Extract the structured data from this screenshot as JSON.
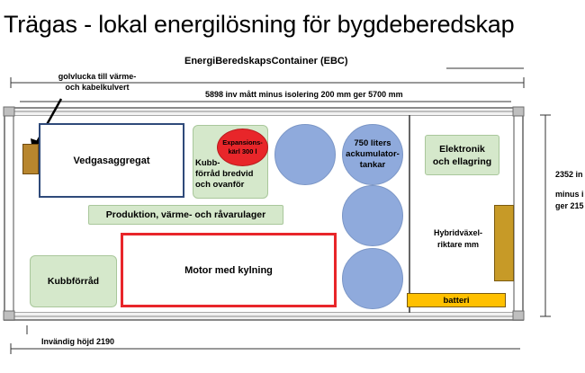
{
  "title": "Trägas - lokal energilösning för bygdeberedskap",
  "subtitle": "EnergiBeredskapsContainer (EBC)",
  "labels": {
    "golvlucka": "golvlucka till värme-\noch kabelkulvert",
    "inner_length": "5898 inv mått   minus isolering 200 mm ger 5700 mm",
    "height_right_1": "2352 in",
    "height_right_2": "minus i",
    "height_right_3": "ger 215",
    "inner_height": "Invändig höjd 2190"
  },
  "components": {
    "vedgas": "Vedgasaggregat",
    "kubb_forrad_top": "Kubb-\nförråd bredvid\noch ovanför",
    "expansion": "Expansions-\nkärl 300 l",
    "tanks": "750 liters\nackumulator-\ntankar",
    "elektronik": "Elektronik\noch ellagring",
    "produktion": "Produktion, värme- och råvarulager",
    "hybrid": "Hybridväxel-\nriktare mm",
    "kubbforrad": "Kubbförråd",
    "motor": "Motor med kylning",
    "batteri": "batteri"
  },
  "colors": {
    "container_gray": "#9e9e9e",
    "green_fill": "#d5e8cb",
    "blue_circle": "#8faadc",
    "red": "#e8262a",
    "navy": "#2f4a7a",
    "gold": "#c79a27",
    "battery_fill": "#ffc000"
  }
}
